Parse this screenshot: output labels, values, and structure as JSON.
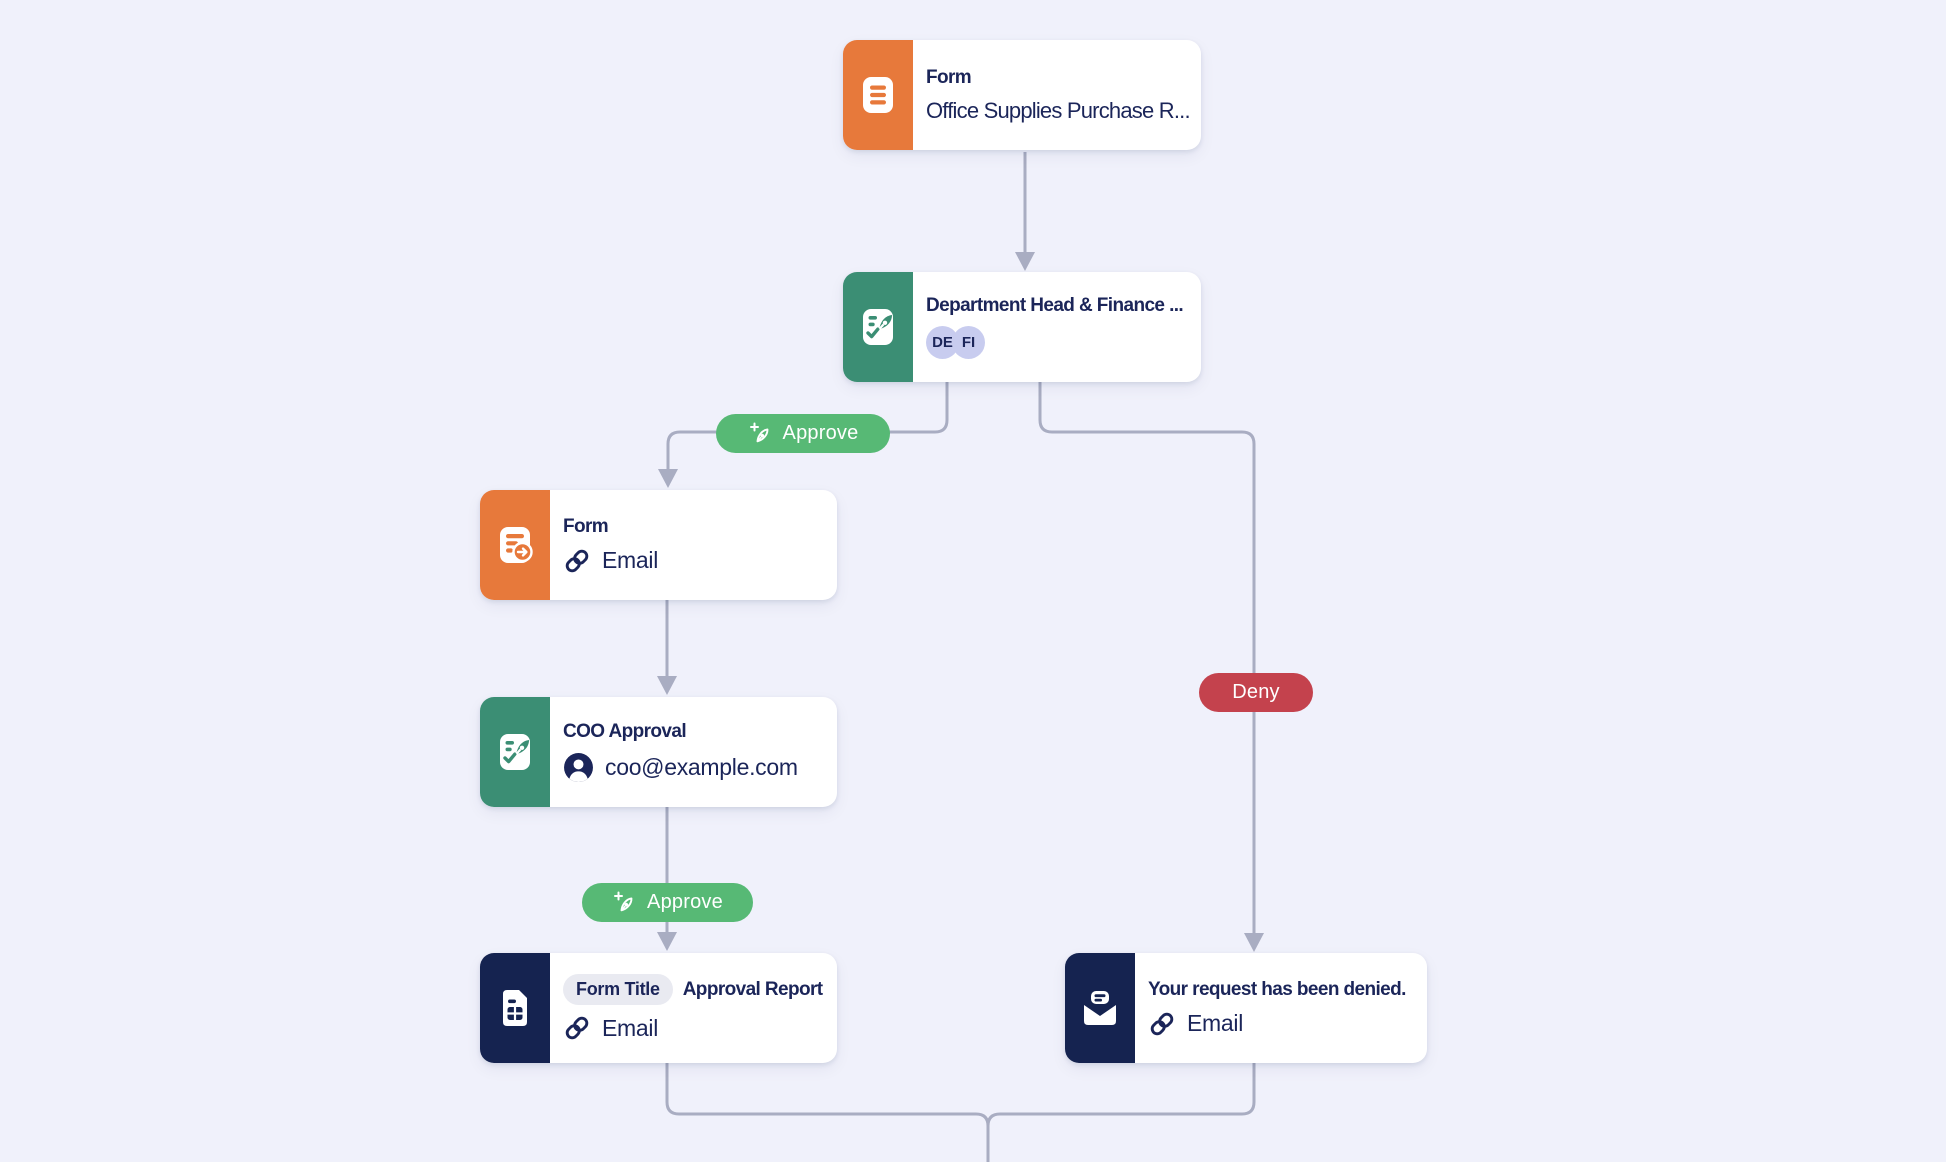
{
  "app": {
    "name": "Approval workflow canvas"
  },
  "colors": {
    "background": "#F0F1FB",
    "card": "#FFFFFF",
    "orange_accent": "#E7793B",
    "green_accent": "#3B8E74",
    "approve_green": "#57B975",
    "deny_red": "#C4424D",
    "navy_accent": "#152350",
    "text_navy": "#1B2559",
    "connector_gray": "#A9ADC2",
    "badge_bg": "#C8CCEF",
    "chip_bg": "#E9EAF1"
  },
  "nodes": [
    {
      "id": "form-trigger",
      "title": "Form",
      "subtitle": "Office Supplies Purchase R...",
      "icon": "form-lines-icon",
      "accent": "#E7793B"
    },
    {
      "id": "dept-finance-approval",
      "title": "Department Head & Finance ...",
      "badges": [
        "DE",
        "FI"
      ],
      "icon": "approval-pen-icon",
      "accent": "#3B8E74"
    },
    {
      "id": "form-email",
      "title": "Form",
      "detail": "Email",
      "detail_icon": "link-icon",
      "icon": "form-send-icon",
      "accent": "#E7793B"
    },
    {
      "id": "coo-approval",
      "title": "COO Approval",
      "detail": "coo@example.com",
      "detail_icon": "person-icon",
      "icon": "approval-pen-icon",
      "accent": "#3B8E74"
    },
    {
      "id": "approval-report",
      "chip": "Form Title",
      "title": "Approval Report",
      "detail": "Email",
      "detail_icon": "link-icon",
      "icon": "report-file-icon",
      "accent": "#152350"
    },
    {
      "id": "denied-email",
      "title": "Your request has been denied.",
      "detail": "Email",
      "detail_icon": "link-icon",
      "icon": "mail-open-icon",
      "accent": "#152350"
    }
  ],
  "edges": {
    "approve_label": "Approve",
    "deny_label": "Deny"
  }
}
